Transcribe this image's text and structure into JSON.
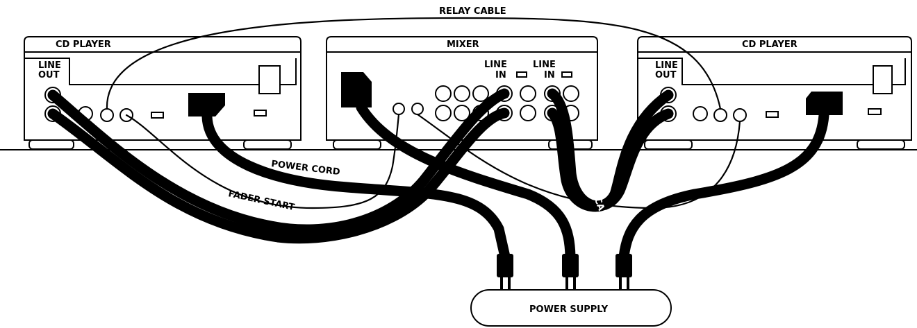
{
  "units": {
    "cd_player_left": {
      "title": "CD PLAYER",
      "jack_label_1": "LINE",
      "jack_label_2": "OUT"
    },
    "mixer": {
      "title": "MIXER",
      "line_in_1a": "LINE",
      "line_in_1b": "IN",
      "line_in_2a": "LINE",
      "line_in_2b": "IN"
    },
    "cd_player_right": {
      "title": "CD PLAYER",
      "jack_label_1": "LINE",
      "jack_label_2": "OUT"
    }
  },
  "cables": {
    "relay": "RELAY CABLE",
    "power_cord": "POWER CORD",
    "fader_start": "FADER START",
    "audio_left": "AUDIO CABLE",
    "audio_right": "AUDIO CABLE"
  },
  "power_supply": {
    "label": "POWER SUPPLY"
  },
  "colors": {
    "ink": "#000000",
    "paper": "#ffffff"
  }
}
